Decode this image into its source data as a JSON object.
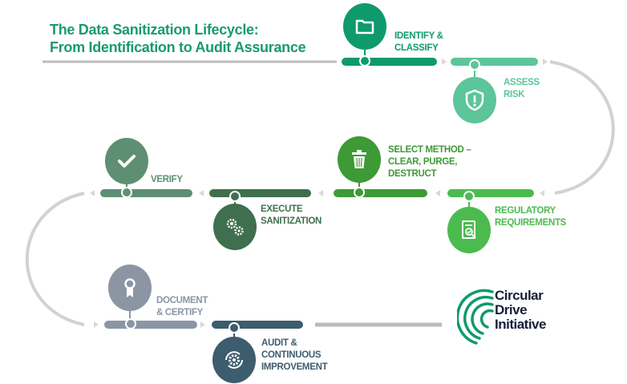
{
  "title": {
    "line1": "The Data Sanitization Lifecycle:",
    "line2": "From Identification to Audit Assurance"
  },
  "steps": [
    {
      "label": "IDENTIFY &\nCLASSIFY",
      "icon": "folder-icon",
      "color": "#0e9a6c"
    },
    {
      "label": "ASSESS\nRISK",
      "icon": "shield-alert-icon",
      "color": "#5cc59a"
    },
    {
      "label": "REGULATORY\nREQUIREMENTS",
      "icon": "document-check-icon",
      "color": "#4cbb4f"
    },
    {
      "label": "SELECT METHOD –\nCLEAR, PURGE,\nDESTRUCT",
      "icon": "trash-icon",
      "color": "#3d9a35"
    },
    {
      "label": "EXECUTE\nSANITIZATION",
      "icon": "gears-icon",
      "color": "#3f6f4e"
    },
    {
      "label": "VERIFY",
      "icon": "checkmark-icon",
      "color": "#5e8f72"
    },
    {
      "label": "DOCUMENT\n& CERTIFY",
      "icon": "certificate-icon",
      "color": "#8c95a4"
    },
    {
      "label": "AUDIT &\nCONTINUOUS\nIMPROVEMENT",
      "icon": "gear-cycle-icon",
      "color": "#3d5c6d"
    }
  ],
  "logo": {
    "line1": "Circular",
    "line2": "Drive",
    "line3": "Initiative"
  }
}
